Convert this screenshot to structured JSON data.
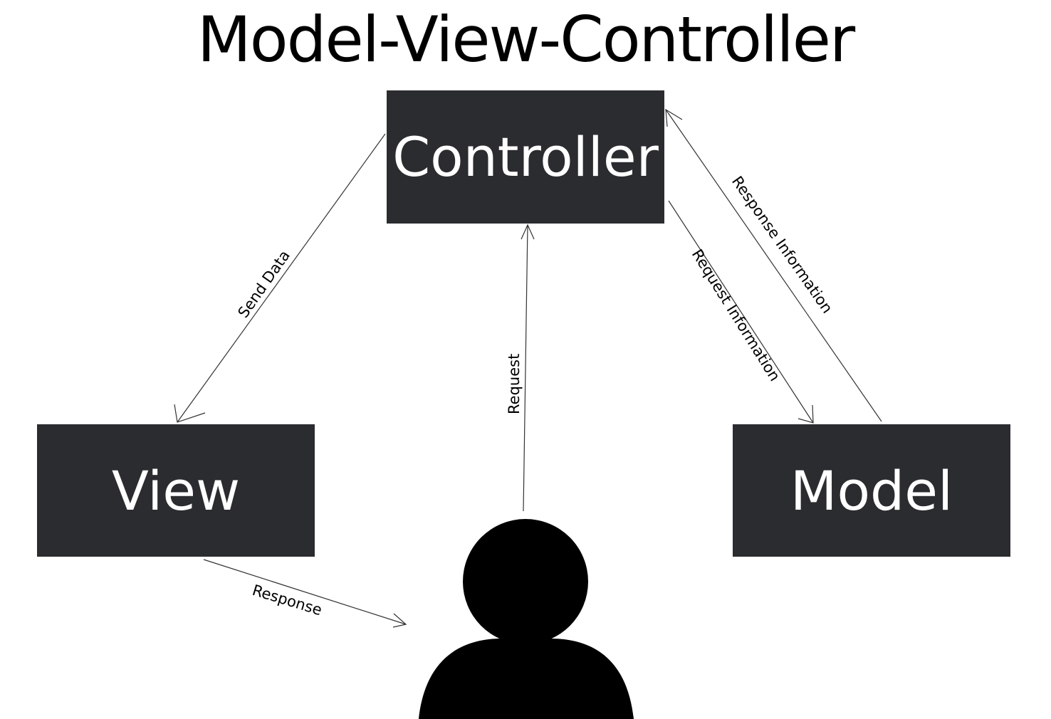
{
  "title": "Model-View-Controller",
  "nodes": {
    "controller": "Controller",
    "view": "View",
    "model": "Model",
    "user": "user-icon"
  },
  "edges": {
    "send_data": "Send Data",
    "request": "Request",
    "request_information": "Request Information",
    "response_information": "Response Information",
    "response": "Response"
  },
  "colors": {
    "box_fill": "#2a2c2f",
    "box_text": "#ffffff",
    "line": "#000000",
    "background": "#ffffff"
  }
}
